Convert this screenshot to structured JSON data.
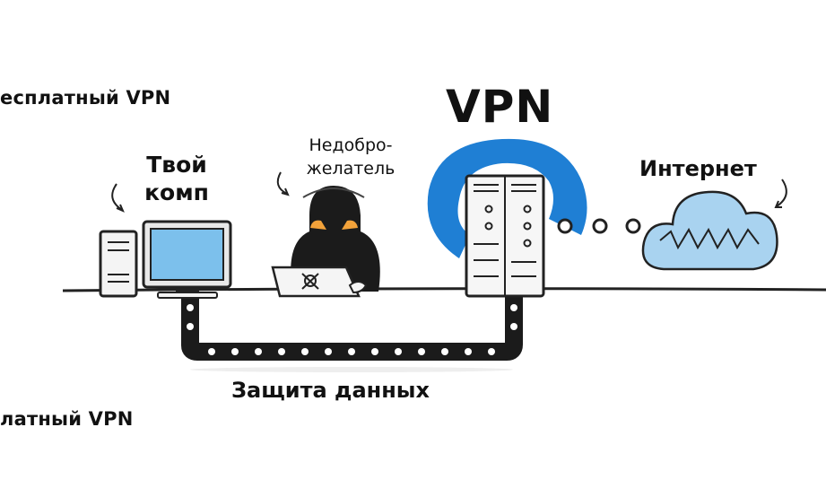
{
  "labels": {
    "free_vpn": "есплатный VPN",
    "paid_vpn": "латный VPN",
    "vpn": "VPN",
    "your_comp_line1": "Твой",
    "your_comp_line2": "комп",
    "hacker_line1": "Недобро-",
    "hacker_line2": "желатель",
    "internet": "Интернет",
    "data_protection": "Защита данных"
  },
  "colors": {
    "vpn_blue": "#1f7fd4",
    "cloud_blue": "#a9d3f0",
    "screen_blue": "#7cc0ec",
    "ink": "#111111"
  }
}
